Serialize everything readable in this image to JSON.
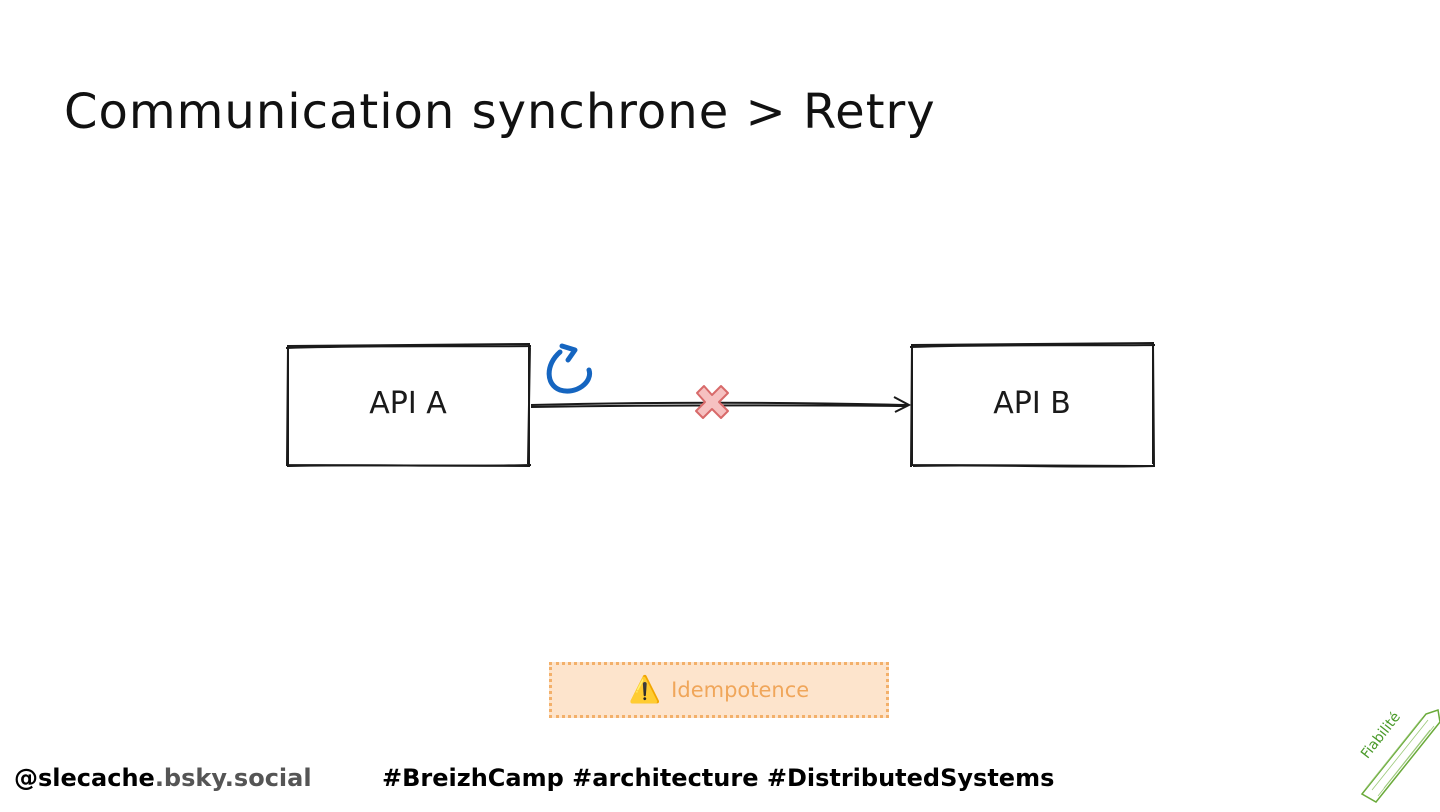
{
  "title": "Communication synchrone > Retry",
  "diagram": {
    "node_a": "API A",
    "node_b": "API B",
    "retry_icon": "retry-arrow-icon",
    "failure_icon": "cross-icon",
    "colors": {
      "stroke": "#1a1a1a",
      "retry": "#1565c0",
      "cross": "#e07b7b",
      "cross_fill": "#f6c1c1"
    }
  },
  "warning": {
    "icon": "⚠️",
    "text": "Idempotence",
    "fill": "#fde4cc",
    "border": "#f3b06a",
    "text_color": "#f0a65a"
  },
  "footer": {
    "handle": "@slecache",
    "domain": ".bsky.social",
    "hashtags": "#BreizhCamp #architecture #DistributedSystems"
  },
  "badge": {
    "text": "Fiabilité",
    "color": "#4a9a2a"
  }
}
